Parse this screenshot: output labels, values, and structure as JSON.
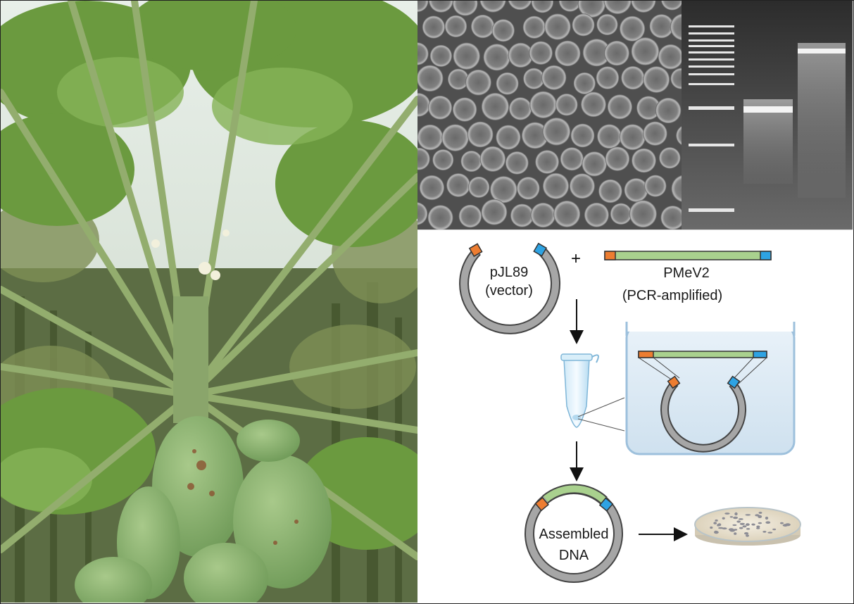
{
  "photo": {
    "subject": "papaya-tree-with-fruit"
  },
  "tem": {
    "subject": "virus-particles-micrograph"
  },
  "gel": {
    "lanes": 3
  },
  "diagram": {
    "vector_label_line1": "pJL89",
    "vector_label_line2": "(vector)",
    "plus": "+",
    "insert_label_line1": "PMeV2",
    "insert_label_line2": "(PCR-amplified)",
    "assembled_label_line1": "Assembled",
    "assembled_label_line2": "DNA",
    "colors": {
      "vector": "#a6a6a6",
      "insert": "#a9d18e",
      "end_left": "#ed7d31",
      "end_right": "#2ea3e3",
      "tank": "#d6e6f1",
      "tank_border": "#9dc0dc"
    }
  }
}
